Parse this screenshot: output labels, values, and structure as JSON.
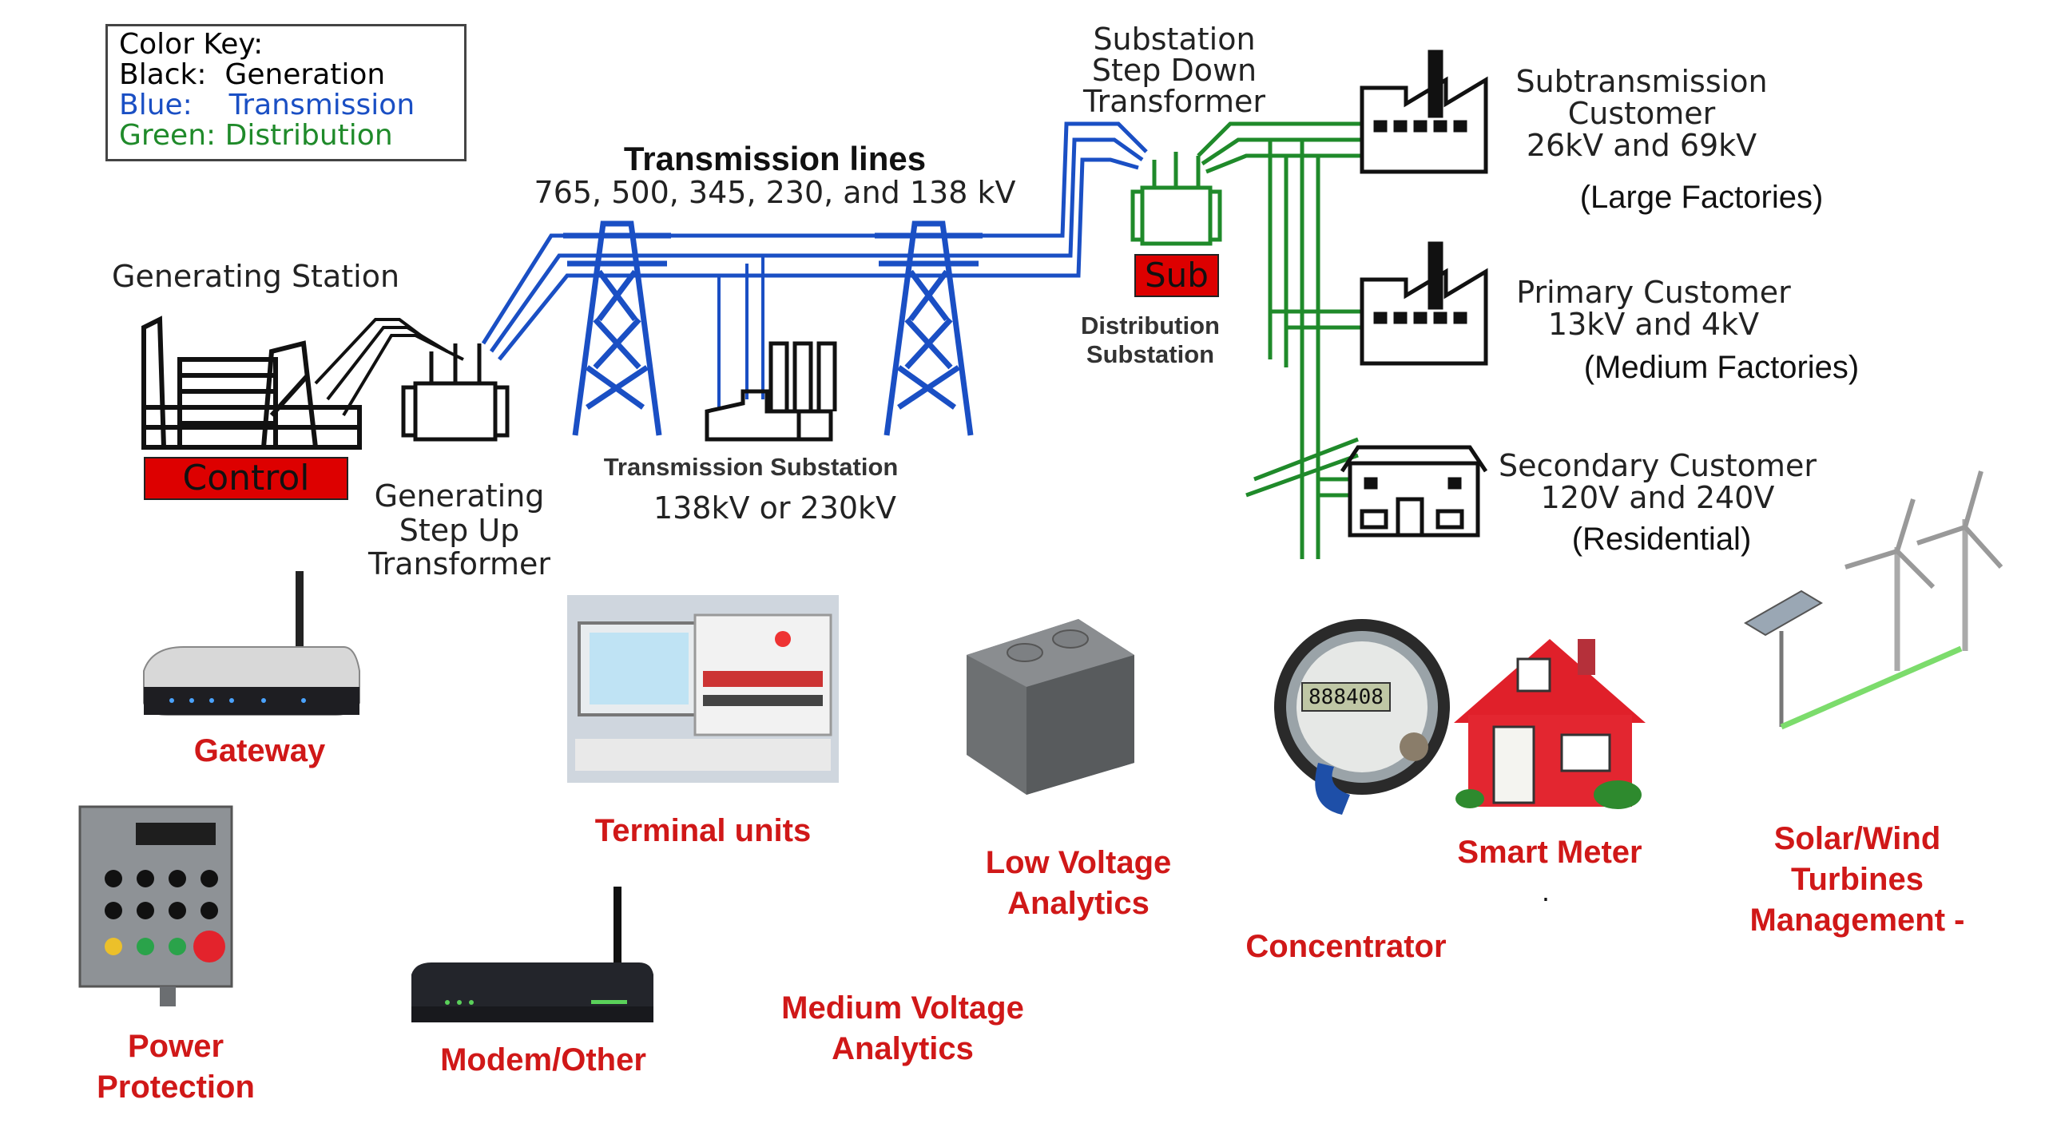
{
  "color_key": {
    "title": "Color Key:",
    "black_label": "Black:",
    "black_value": "Generation",
    "blue_label": "Blue:",
    "blue_value": "Transmission",
    "green_label": "Green:",
    "green_value": "Distribution"
  },
  "colors": {
    "generation": "#111111",
    "transmission": "#1a4fc4",
    "distribution": "#1f8a2a",
    "accent_red": "#d01818",
    "box_red": "#dd0000"
  },
  "grid": {
    "generating_station": "Generating Station",
    "control": "Control",
    "step_up_line1": "Generating",
    "step_up_line2": "Step Up",
    "step_up_line3": "Transformer",
    "transmission_lines_title": "Transmission lines",
    "transmission_lines_voltages": "765, 500, 345, 230, and 138 kV",
    "transmission_substation": "Transmission Substation",
    "transmission_substation_voltage": "138kV or 230kV",
    "step_down_line1": "Substation",
    "step_down_line2": "Step Down",
    "step_down_line3": "Transformer",
    "sub": "Sub",
    "distribution_substation_line1": "Distribution",
    "distribution_substation_line2": "Substation",
    "subtransmission_line1": "Subtransmission",
    "subtransmission_line2": "Customer",
    "subtransmission_line3": "26kV and 69kV",
    "large_factories": "(Large Factories)",
    "primary_line1": "Primary Customer",
    "primary_line2": "13kV and 4kV",
    "medium_factories": "(Medium Factories)",
    "secondary_line1": "Secondary Customer",
    "secondary_line2": "120V and 240V",
    "residential": "(Residential)"
  },
  "devices": {
    "gateway": "Gateway",
    "terminal_units": "Terminal units",
    "low_voltage_1": "Low Voltage",
    "low_voltage_2": "Analytics",
    "smart_meter": "Smart Meter",
    "dot": ".",
    "concentrator": "Concentrator",
    "solar_wind_1": "Solar/Wind",
    "solar_wind_2": "Turbines",
    "solar_wind_3": "Management -",
    "power_protection_1": "Power",
    "power_protection_2": "Protection",
    "modem_other": "Modem/Other",
    "medium_voltage_1": "Medium Voltage",
    "medium_voltage_2": "Analytics",
    "meter_display": "888408"
  }
}
